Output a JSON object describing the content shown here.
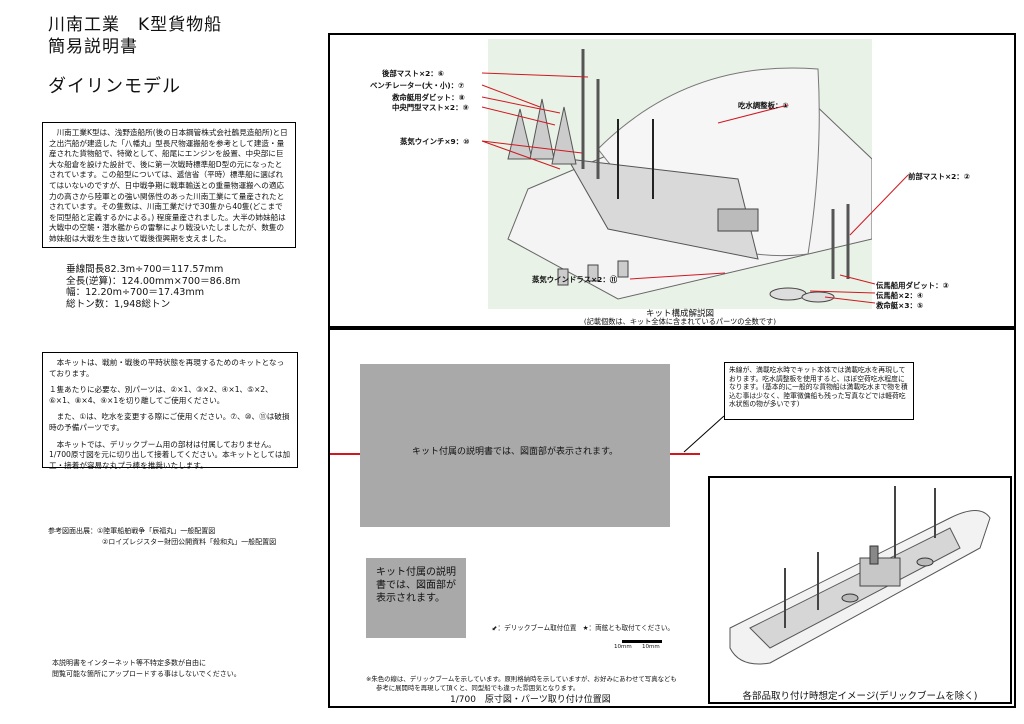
{
  "header": {
    "title_line1": "川南工業　K型貨物船",
    "title_line2": "簡易説明書",
    "subtitle": "ダイリンモデル"
  },
  "description": "　川南工業K型は、浅野造船所(後の日本鋼管株式会社鶴見造船所)と日之出汽船が建造した「八幡丸」型長尺物運搬船を参考として建造・量産された貨物船で、特徴として、船尾にエンジンを設置、中央部に巨大な船倉を設けた設計で、後に第一次戦時標準船D型の元になったとされています。この船型については、遞信省（平時）標準船に選ばれてはいないのですが、日中戦争期に戦車輸送との重量物運搬への適応力の高さから陸軍との強い関係性のあった川南工業にて量産されたとされています。その隻数は、川南工業だけで30隻から40隻(どこまでを同型船と定義するかによる。) 程度量産されました。大半の姉妹船は大戦中の空襲・潜水艦からの雷撃により戦没いたしましたが、数隻の姉妹船は大戦を生き抜いて戦後復興期を支えました。",
  "specs": [
    "垂線間長82.3m÷700＝117.57mm",
    "全長(逆算)：124.00mm×700＝86.8m",
    "幅：12.20m÷700＝17.43mm",
    "総トン数：1,948総トン"
  ],
  "notes": [
    "　本キットは、戦前・戦後の平時状態を再現するためのキットとなっております。",
    "１隻あたりに必要な、別パーツは、②×1、③×2、④×1、⑤×2、⑥×1、⑧×4、⑨×1を切り離してご使用ください。",
    "　また、①は、吃水を変更する際にご使用ください。⑦、⑩、⑪は破損時の予備パーツです。",
    "　本キットでは、デリックブーム用の部材は付属しておりません。1/700原寸図を元に切り出して接着してください。本キットとしては加工・接着が容易な丸プラ棒を推奨いたします。"
  ],
  "references": {
    "label": "参考図面出展：",
    "items": [
      "①陸軍船舶戦争「辰福丸」一般配置図",
      "②ロイズレジスター財団公開資料「殺和丸」一般配置図"
    ]
  },
  "footer_notice": [
    "本説明書をインターネット等不特定多数が自由に",
    "閲覧可能な箇所にアップロードする事はしないでください。"
  ],
  "parts_diagram": {
    "labels": {
      "rear_mast": "後部マスト×2：⑥",
      "ventilator": "ベンチレーター(大・小)：⑦",
      "lifeboat_davit": "救命艇用ダビット：⑧",
      "center_gate_mast": "中央門型マスト×2：⑨",
      "steam_winch": "蒸気ウインチ×9：⑩",
      "draft_plate": "吃水調整板：①",
      "front_mast": "前部マスト×2：②",
      "steam_windlass": "蒸気ウインドラス×2：⑪",
      "tender_davit": "伝馬船用ダビット：③",
      "tender": "伝馬船×2：④",
      "lifeboat": "救命艇×3：⑤"
    },
    "caption": "キット構成解説図",
    "caption_note": "(記載個数は、キット全体に含まれているパーツの全数です)"
  },
  "drawing": {
    "placeholder_large": "キット付属の説明書では、図面部が表示されます。",
    "placeholder_small": "キット付属の説明書では、図面部が表示されます。",
    "callout": "朱線が、満載吃水時でキット本体では満載吃水を再現しております。吃水調整板を使用すると、ほぼ空荷吃水程度になります。(基本的に一般的な貨物船は満載吃水まで物を積込む事は少なく、陸軍徴傭船も残った写真などでは軽荷吃水状態の物が多いです)",
    "legend_derrick": "：デリックブーム取付位置",
    "legend_glue": "：両舷とも取付てください。",
    "scale_10": "10mm",
    "scale_20": "10mm",
    "footnote1": "※朱色の線は、デリックブームを示しています。原則格納時を示していますが、お好みにあわせて写真なども",
    "footnote2": "参考に展開時を再現して頂くと、同型船でも違った雰囲気となります。",
    "caption": "1/700　原寸図・パーツ取り付け位置図"
  },
  "image_panel": {
    "caption": "各部品取り付け時想定イメージ(デリックブームを除く)"
  },
  "colors": {
    "accent_red": "#d01820",
    "placeholder_gray": "#a9a9a9",
    "diagram_bg": "#e9f2e6"
  }
}
